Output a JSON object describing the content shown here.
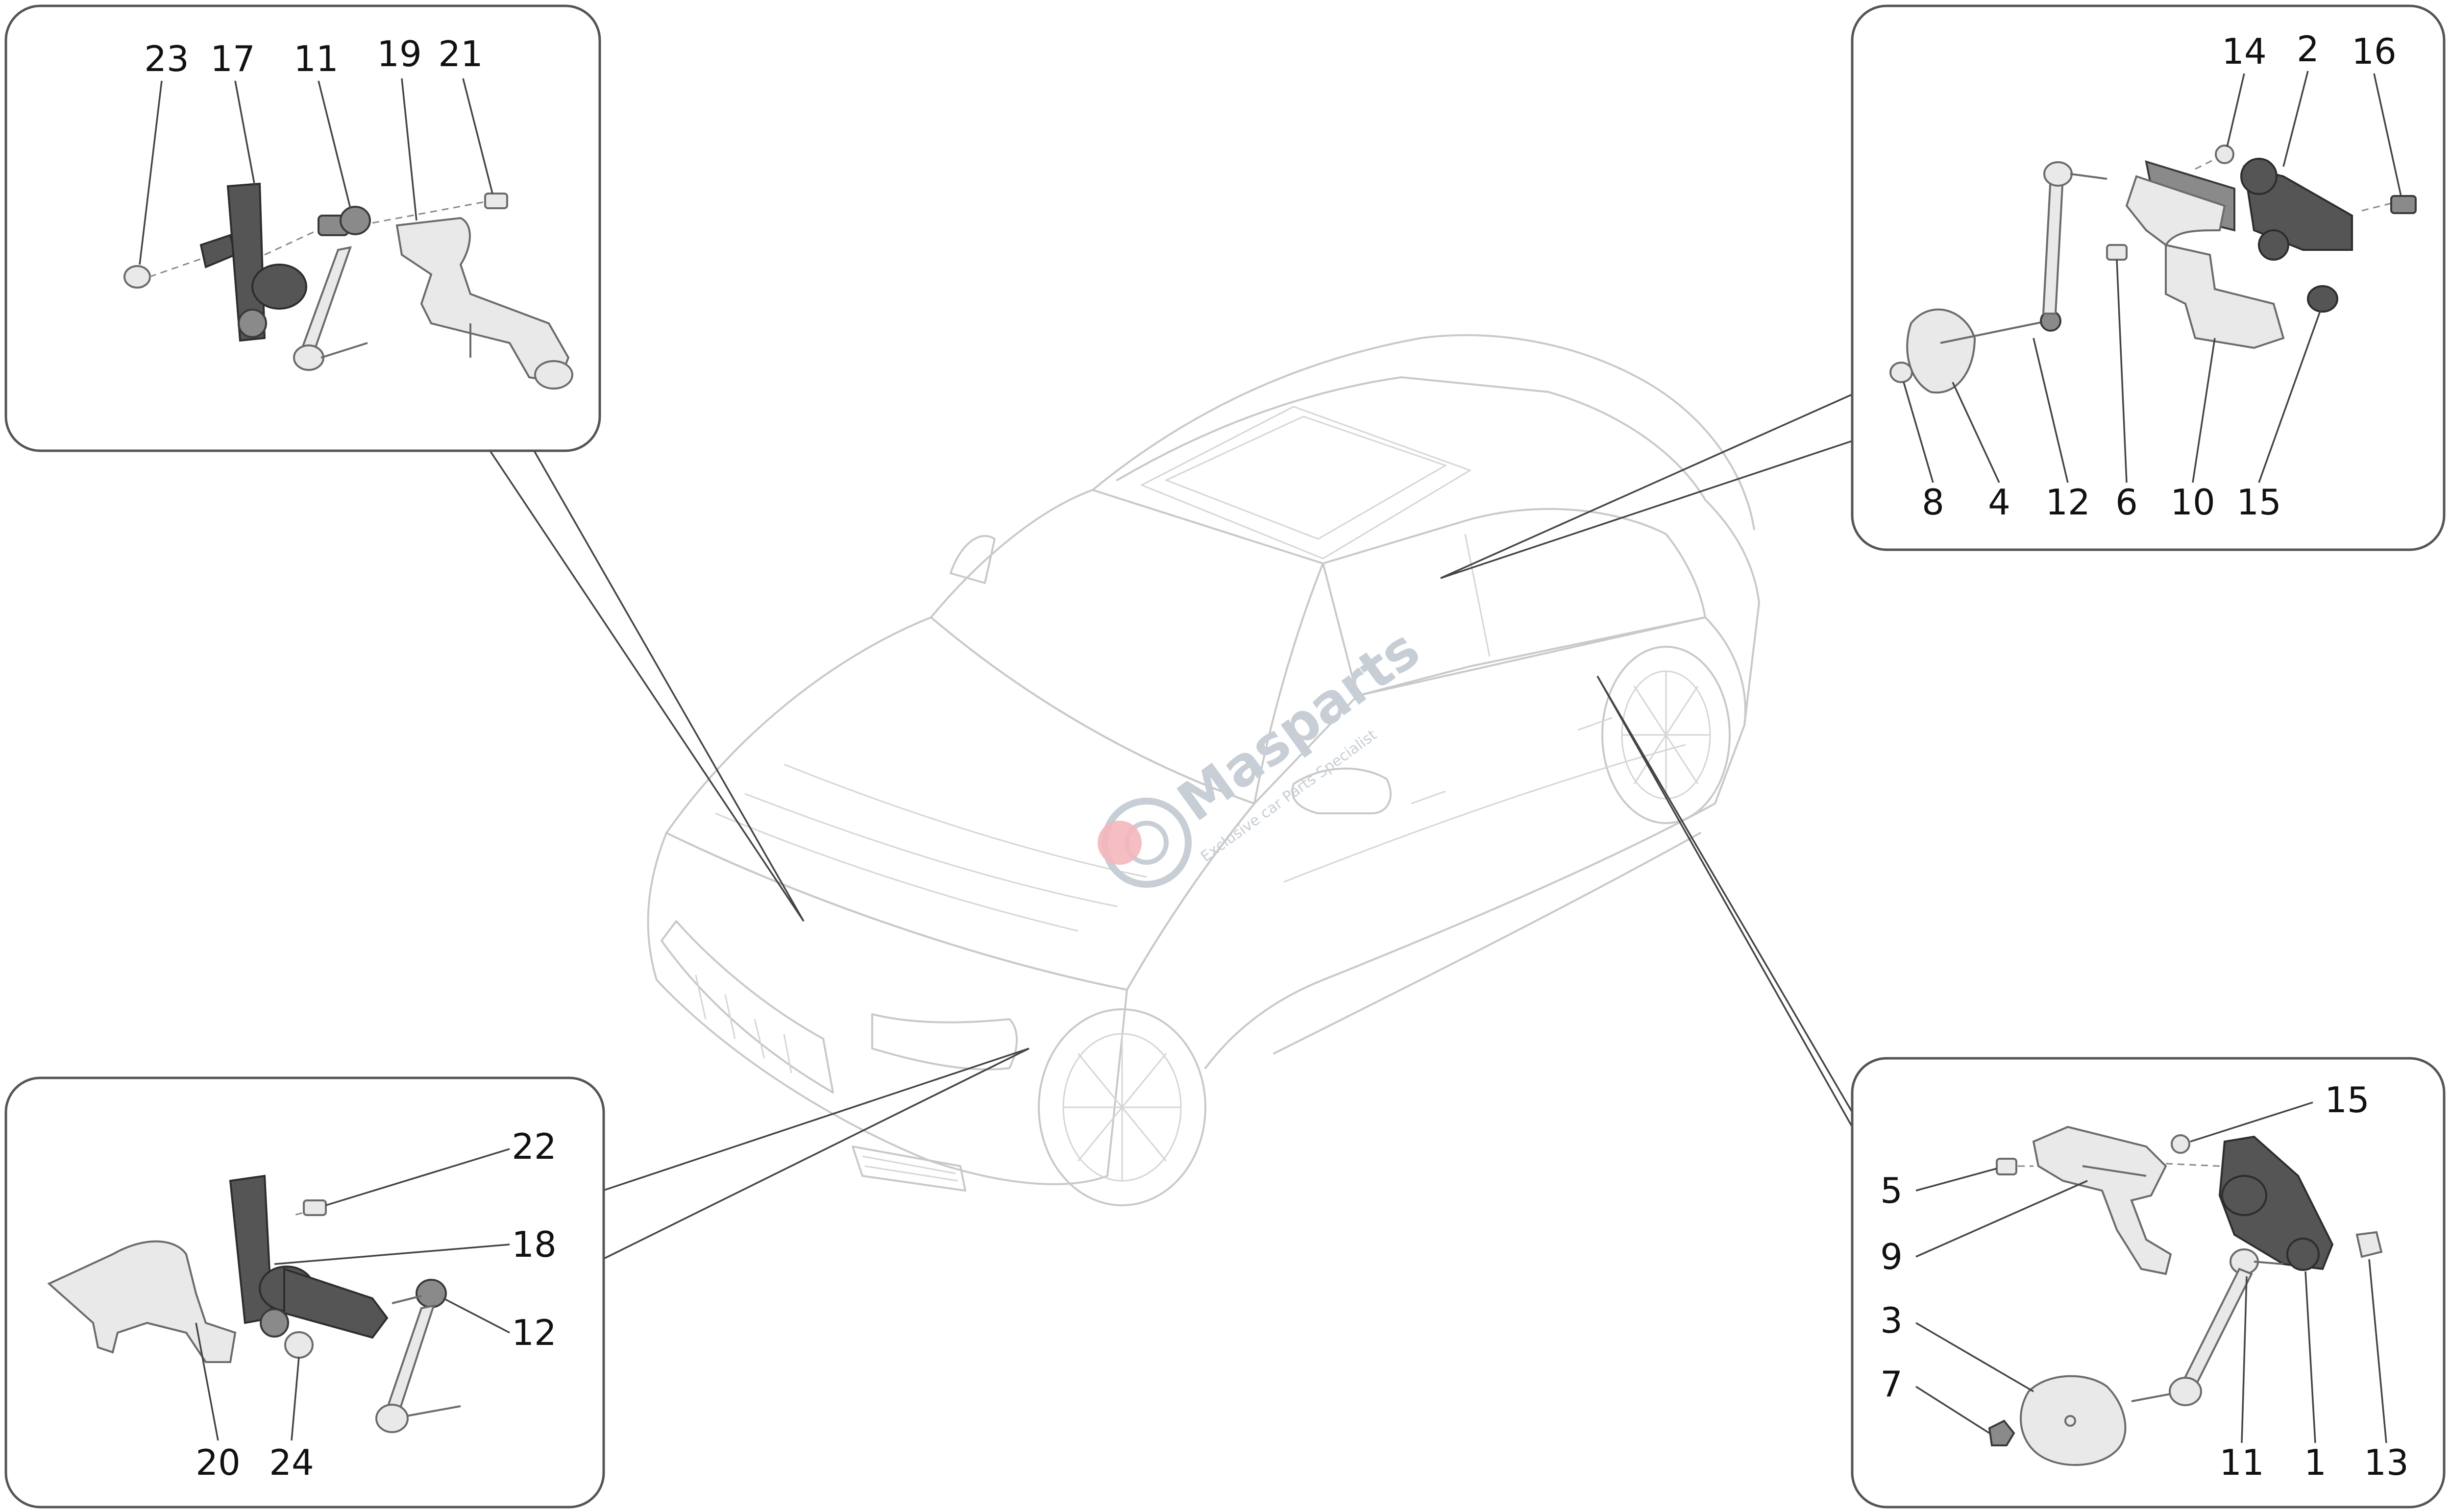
{
  "watermark": {
    "brand": "Masparts",
    "tagline": "Exclusive car Parts Specialist"
  },
  "colors": {
    "outline": "#555555",
    "part_dark": "#555555",
    "part_light": "#e9e9e9",
    "car_lines": "#c9c9c9",
    "watermark": "#c7ced6",
    "watermark_accent": "#f3b7bd"
  },
  "panels": {
    "front_left": {
      "labels": [
        "23",
        "17",
        "11",
        "19",
        "21"
      ]
    },
    "rear_right": {
      "labels": [
        "14",
        "2",
        "16",
        "8",
        "4",
        "12",
        "6",
        "10",
        "15"
      ]
    },
    "front_right": {
      "labels": [
        "22",
        "18",
        "12",
        "20",
        "24"
      ]
    },
    "rear_left": {
      "labels": [
        "15",
        "5",
        "9",
        "3",
        "7",
        "11",
        "1",
        "13"
      ]
    }
  }
}
